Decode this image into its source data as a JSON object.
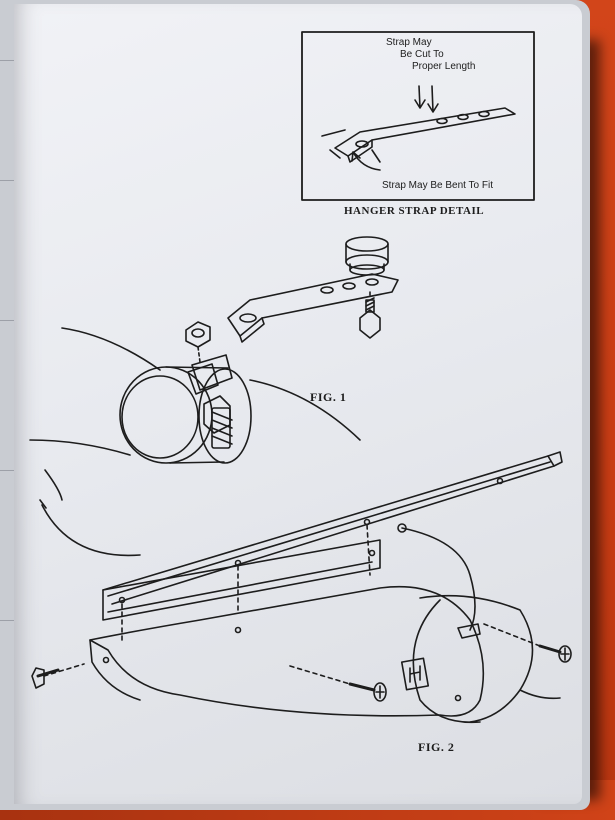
{
  "detail": {
    "callout_top": [
      "Strap May",
      "Be Cut To",
      "Proper Length"
    ],
    "callout_bottom": "Strap May Be Bent To Fit",
    "caption": "HANGER STRAP DETAIL"
  },
  "figures": {
    "fig1": "FIG. 1",
    "fig2": "FIG. 2"
  },
  "colors": {
    "paper": "#eceef2",
    "ink": "#1d1d1d",
    "background": "#d2451a"
  }
}
